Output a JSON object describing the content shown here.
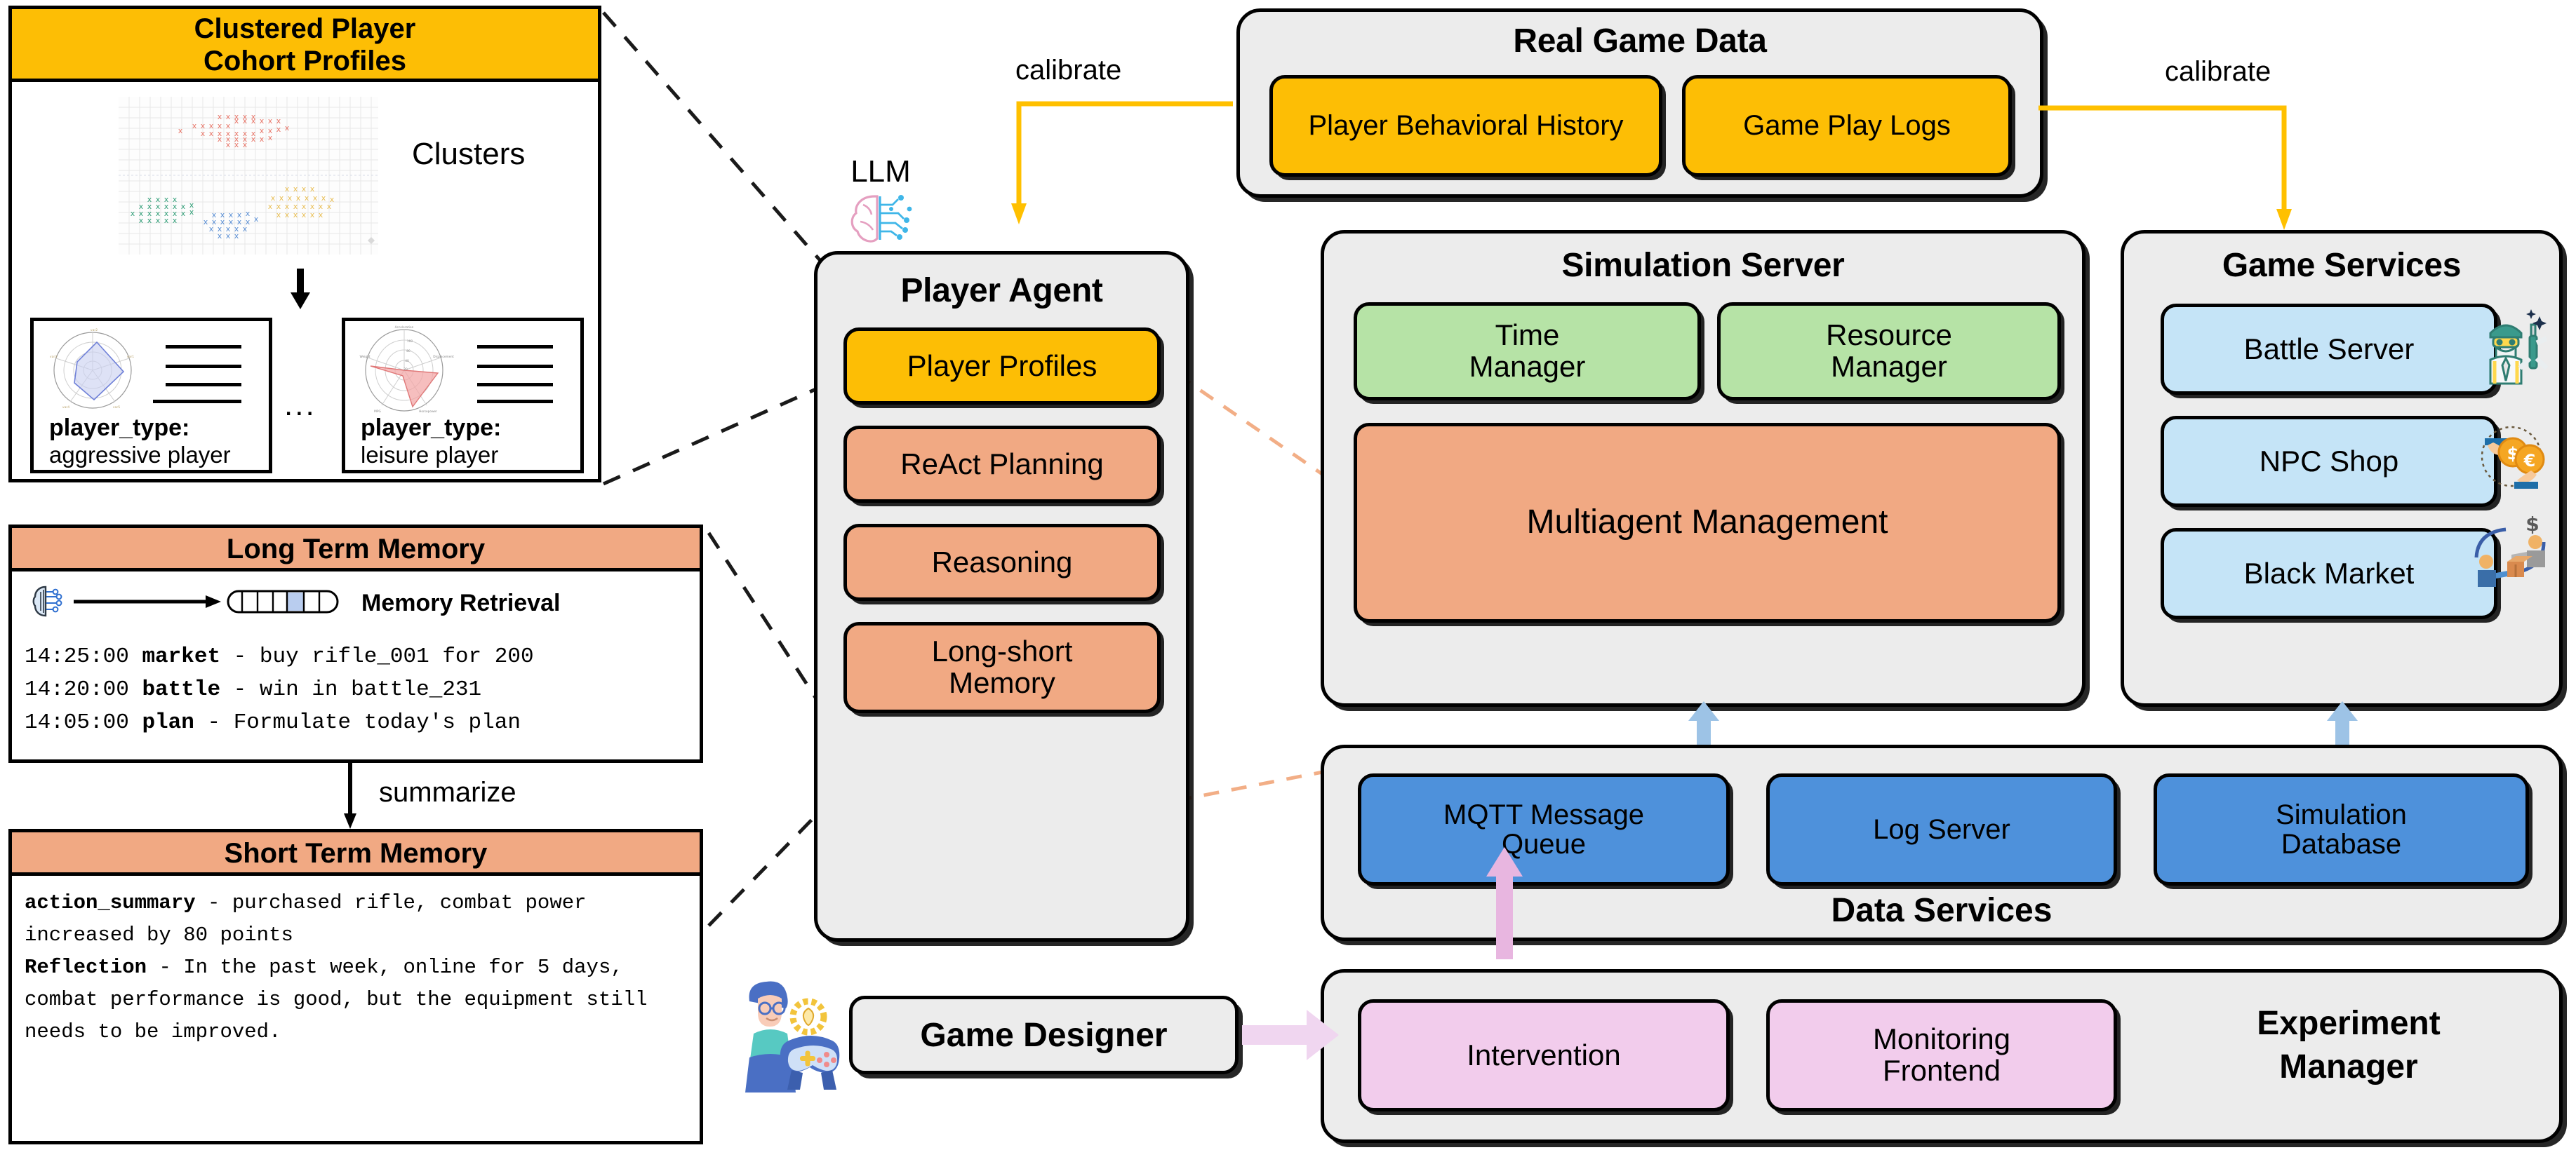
{
  "clustered_profiles": {
    "title_line1": "Clustered Player",
    "title_line2": "Cohort Profiles",
    "clusters_label": "Clusters",
    "ellipsis": "...",
    "profile_left": {
      "key": "player_type:",
      "value": "aggressive player"
    },
    "profile_right": {
      "key": "player_type:",
      "value": "leisure player"
    },
    "scatter": {
      "type": "scatter",
      "marker": "x",
      "series": [
        {
          "name": "cluster-red",
          "color": "#E8776A"
        },
        {
          "name": "cluster-green",
          "color": "#35A07A"
        },
        {
          "name": "cluster-blue",
          "color": "#5B8FD4"
        },
        {
          "name": "cluster-yellow",
          "color": "#E8BE55"
        }
      ]
    }
  },
  "long_term_memory": {
    "title": "Long Term Memory",
    "retrieval_label": "Memory Retrieval",
    "entries": [
      {
        "time": "14:25:00",
        "kind": "market",
        "dash": "-",
        "text": "buy rifle_001 for 200"
      },
      {
        "time": "14:20:00",
        "kind": "battle",
        "dash": "-",
        "text": "win in battle_231"
      },
      {
        "time": "14:05:00",
        "kind": "plan",
        "dash": "-",
        "text": "Formulate today's plan"
      }
    ]
  },
  "summarize_label": "summarize",
  "short_term_memory": {
    "title": "Short Term Memory",
    "entries": [
      {
        "key": "action_summary",
        "dash": "-",
        "text": "purchased rifle, combat power increased by 80 points"
      },
      {
        "key": "Reflection",
        "dash": "-",
        "text": "In the past week, online for 5 days, combat performance is good, but the equipment still needs to be improved."
      }
    ]
  },
  "llm": {
    "label": "LLM",
    "icon": "brain-circuit-icon"
  },
  "player_agent": {
    "title": "Player Agent",
    "items": [
      {
        "label": "Player Profiles",
        "color": "yellow"
      },
      {
        "label": "ReAct Planning",
        "color": "orange"
      },
      {
        "label": "Reasoning",
        "color": "orange"
      },
      {
        "label": "Long-short Memory",
        "color": "orange"
      }
    ]
  },
  "real_game_data": {
    "title": "Real Game Data",
    "items": [
      {
        "label": "Player Behavioral History"
      },
      {
        "label": "Game Play Logs"
      }
    ]
  },
  "calibrate_left_label": "calibrate",
  "calibrate_right_label": "calibrate",
  "simulation_server": {
    "title": "Simulation Server",
    "items": [
      {
        "label": "Time Manager",
        "color": "green"
      },
      {
        "label": "Resource Manager",
        "color": "green"
      },
      {
        "label": "Multiagent Management",
        "color": "orange"
      }
    ]
  },
  "game_services": {
    "title": "Game Services",
    "items": [
      {
        "label": "Battle Server",
        "icon": "soldier-icon"
      },
      {
        "label": "NPC Shop",
        "icon": "coins-exchange-icon"
      },
      {
        "label": "Black Market",
        "icon": "trade-icon"
      }
    ]
  },
  "data_services": {
    "title": "Data Services",
    "items": [
      {
        "label": "MQTT Message Queue"
      },
      {
        "label": "Log Server"
      },
      {
        "label": "Simulation Database"
      }
    ]
  },
  "game_designer": {
    "label": "Game Designer",
    "icon": "designer-avatar-icon"
  },
  "experiment_manager": {
    "title_line1": "Experiment",
    "title_line2": "Manager",
    "items": [
      {
        "label": "Intervention"
      },
      {
        "label": "Monitoring Frontend"
      }
    ]
  },
  "colors": {
    "yellow": "#FDBE05",
    "orange": "#F1A983",
    "green": "#B6E3A6",
    "light_blue": "#C5E4F7",
    "blue": "#4E91DB",
    "pink": "#F2CCEC",
    "panel_grey": "#ECECEC",
    "arrow_blue": "#9DC3E6",
    "arrow_pink": "#E8B6E0",
    "arrow_yellow": "#FFC000"
  }
}
